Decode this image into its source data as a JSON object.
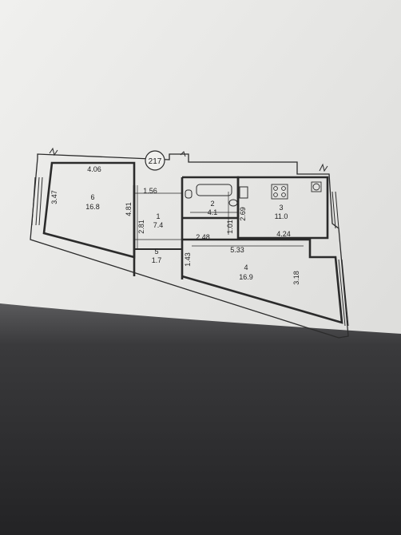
{
  "plan": {
    "apartment_number": "217",
    "rooms": [
      {
        "number": "1",
        "area": "7.4"
      },
      {
        "number": "2",
        "area": "4.1"
      },
      {
        "number": "3",
        "area": "11.0"
      },
      {
        "number": "4",
        "area": "16.9"
      },
      {
        "number": "5",
        "area": "1.7"
      },
      {
        "number": "6",
        "area": "16.8"
      }
    ],
    "dimensions": {
      "d_4_06": "4.06",
      "d_3_47": "3.47",
      "d_4_81": "4.81",
      "d_1_56": "1.56",
      "d_2_81": "2.81",
      "d_2_48": "2.48",
      "d_1_01": "1.01",
      "d_2_69": "2.69",
      "d_4_24": "4.24",
      "d_5_33": "5.33",
      "d_1_43": "1.43",
      "d_3_18": "3.18"
    }
  },
  "colors": {
    "paper": "#e9e9e7",
    "ink": "#2b2b2b",
    "shadow": "#2a2a2c"
  }
}
